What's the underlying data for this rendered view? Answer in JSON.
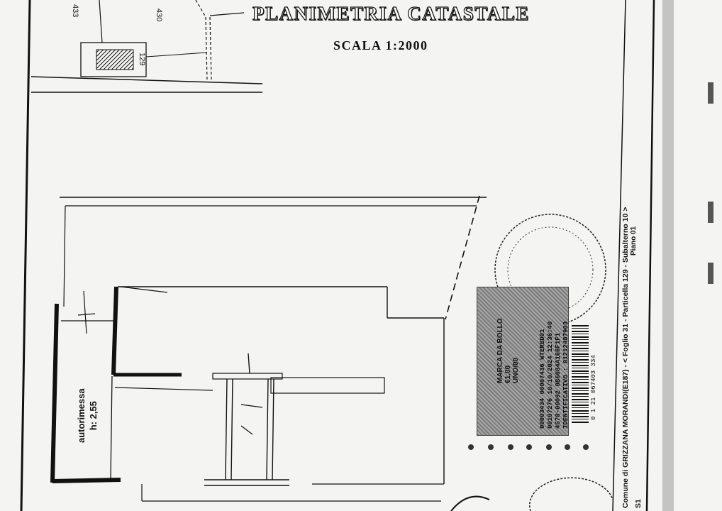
{
  "document": {
    "title": "PLANIMETRIA CATASTALE",
    "scale": "SCALA 1:2000",
    "parcels": [
      "433",
      "430",
      "129"
    ]
  },
  "floorplan": {
    "room_name": "autorimessa",
    "room_height": "h: 2,55"
  },
  "side_text": {
    "comune": "Comune di GRIZZANA MORANDI(E187) - < Foglio 31 - Particella 129 - Subalterno 10 >",
    "piano": "Piano 01",
    "sheet": "S1"
  },
  "revenue_stamp": {
    "brand": "MARCA DA BOLLO",
    "amount": "€1,00",
    "label": "UNO/00",
    "lines": [
      "00003434  00007436  WTERBD01",
      "00107276  10/10/2024  12:36:40",
      "4578-00092  0B6084A166F1F1",
      "IDENTIFICATIVO : 01212487903"
    ],
    "barcode_number": "0 1 21 067403 334"
  },
  "colors": {
    "ink": "#111111",
    "paper": "#f4f4f2",
    "stamp": "#8a8a8a"
  }
}
